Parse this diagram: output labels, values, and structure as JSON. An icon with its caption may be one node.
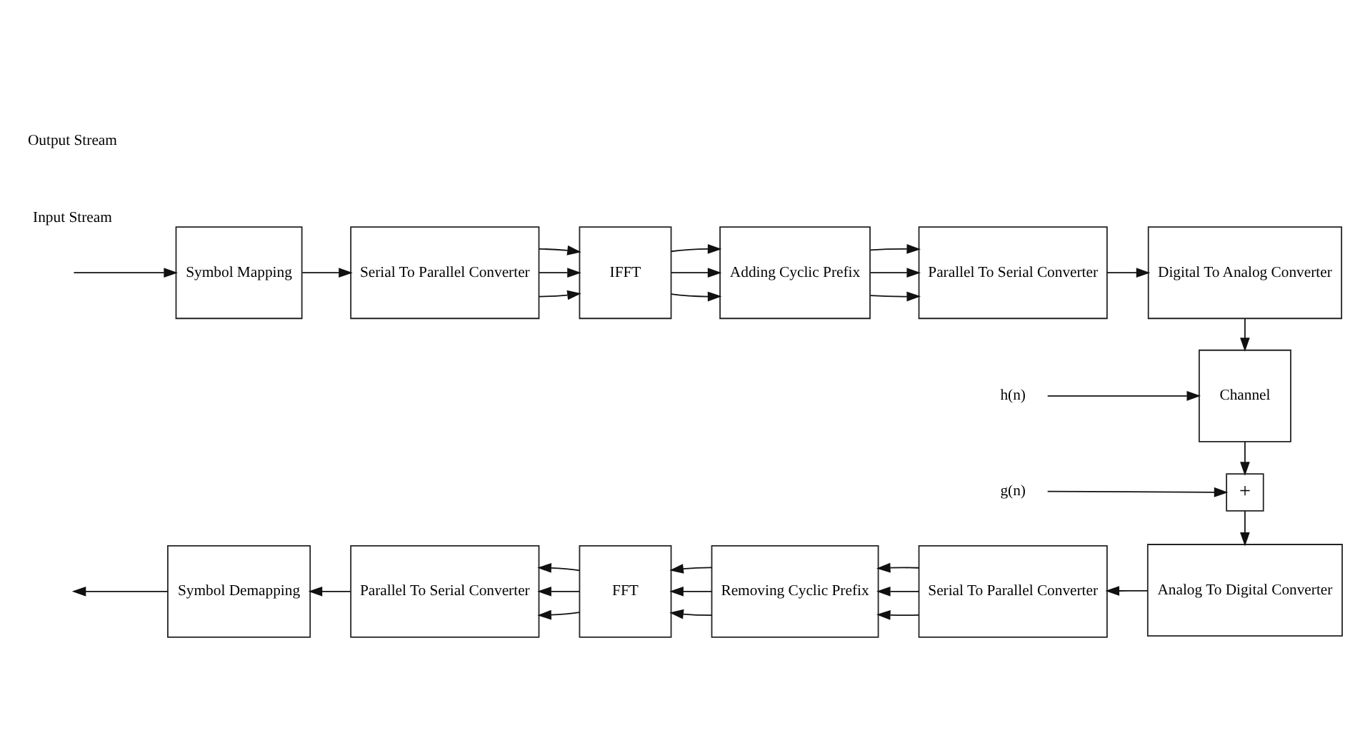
{
  "diagram": {
    "nodes": [
      {
        "text": [
          "Symbol Mapping"
        ]
      },
      {
        "text": [
          "Serial To Parallel Converter"
        ]
      },
      {
        "text": [
          "IFFT"
        ]
      },
      {
        "text": [
          "Adding Cyclic Prefix"
        ]
      },
      {
        "text": [
          "Parallel To Serial Converter"
        ]
      },
      {
        "text": [
          "Digital To Analog Converter"
        ]
      },
      {
        "text": [
          "Channel"
        ]
      },
      {
        "text": [
          "+"
        ]
      },
      {
        "text": [
          "Analog To Digital Converter"
        ]
      },
      {
        "text": [
          "Serial To Parallel Converter"
        ]
      },
      {
        "text": [
          "Removing Cyclic Prefix"
        ]
      },
      {
        "text": [
          "FFT"
        ]
      },
      {
        "text": [
          "Parallel To Serial Converter"
        ]
      },
      {
        "text": [
          "Symbol Demapping"
        ]
      },
      {
        "text": [
          "h(n)"
        ]
      },
      {
        "text": [
          "g(n)"
        ]
      }
    ],
    "edges": [
      {
        "from": null,
        "to": 0,
        "arrow": "to"
      },
      {
        "from": 0,
        "to": 1,
        "arrow": "to"
      },
      {
        "from": 1,
        "to": 2,
        "arrow": "to"
      },
      {
        "from": 1,
        "to": 2,
        "arrow": "to"
      },
      {
        "from": 1,
        "to": 2,
        "arrow": "to"
      },
      {
        "from": 2,
        "to": 3,
        "arrow": "to"
      },
      {
        "from": 2,
        "to": 3,
        "arrow": "to"
      },
      {
        "from": 2,
        "to": 3,
        "arrow": "to"
      },
      {
        "from": 3,
        "to": 4,
        "arrow": "to"
      },
      {
        "from": 3,
        "to": 4,
        "arrow": "to"
      },
      {
        "from": 3,
        "to": 4,
        "arrow": "to"
      },
      {
        "from": 4,
        "to": 5,
        "arrow": "to"
      },
      {
        "from": 5,
        "to": 6,
        "arrow": "to"
      },
      {
        "from": 14,
        "to": 6,
        "arrow": "to"
      },
      {
        "from": 6,
        "to": 7,
        "arrow": "to"
      },
      {
        "from": 15,
        "to": 7,
        "arrow": "to"
      },
      {
        "from": 7,
        "to": 8,
        "arrow": "to"
      },
      {
        "from": 8,
        "to": 9,
        "arrow": "to"
      },
      {
        "from": 9,
        "to": 10,
        "arrow": "to"
      },
      {
        "from": 9,
        "to": 10,
        "arrow": "to"
      },
      {
        "from": 9,
        "to": 10,
        "arrow": "to"
      },
      {
        "from": 10,
        "to": 11,
        "arrow": "to"
      },
      {
        "from": 10,
        "to": 11,
        "arrow": "to"
      },
      {
        "from": 10,
        "to": 11,
        "arrow": "to"
      },
      {
        "from": 11,
        "to": 12,
        "arrow": "to"
      },
      {
        "from": 11,
        "to": 12,
        "arrow": "to"
      },
      {
        "from": 11,
        "to": 12,
        "arrow": "to"
      },
      {
        "from": 12,
        "to": 13,
        "arrow": "to"
      },
      {
        "from": 13,
        "to": null,
        "arrow": "to"
      }
    ],
    "labels": [
      "Input Stream",
      "Output Stream"
    ]
  }
}
